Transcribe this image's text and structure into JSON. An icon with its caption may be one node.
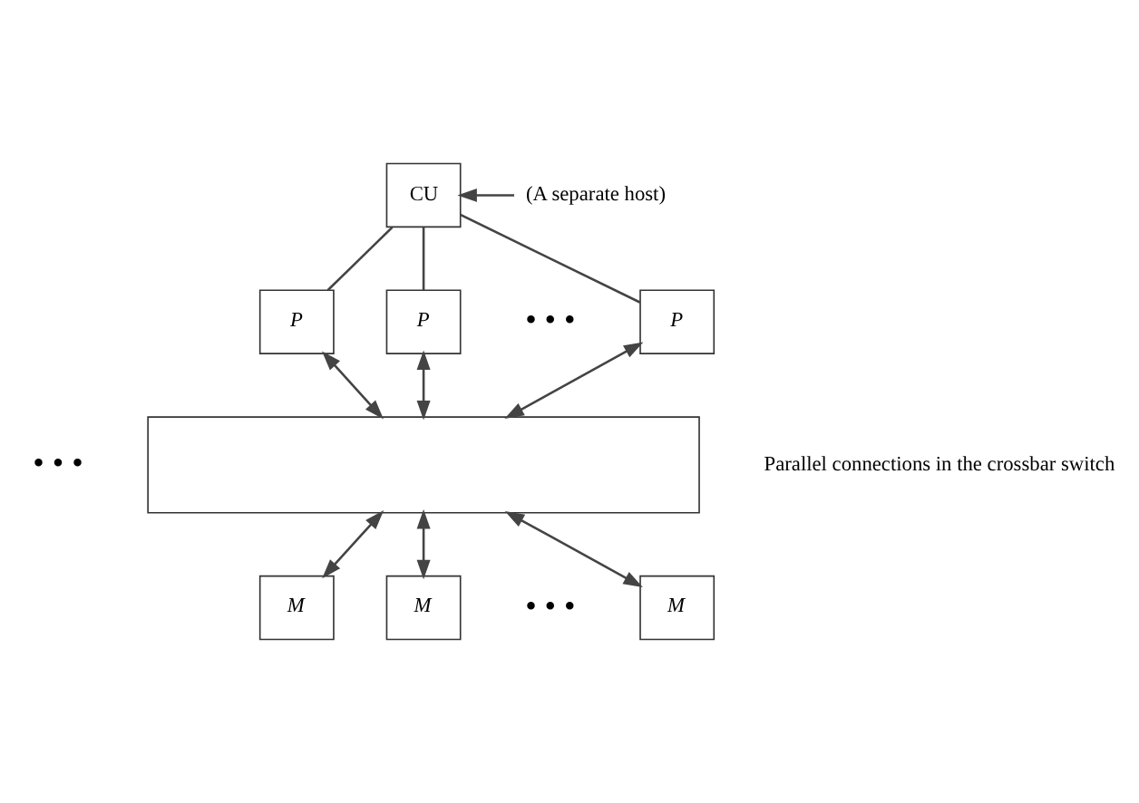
{
  "diagram": {
    "nodes": [
      {
        "text": [
          "CU"
        ]
      },
      {
        "text": [
          "(A separate host)"
        ]
      },
      {
        "text": [
          "P"
        ]
      },
      {
        "text": [
          "P"
        ]
      },
      {
        "text": [
          "P"
        ]
      },
      {
        "text": [],
        "shape": "box",
        "beside": [
          "Parallel connections in the crossbar switch"
        ]
      },
      {
        "text": [
          "M"
        ]
      },
      {
        "text": [
          "M"
        ]
      },
      {
        "text": [
          "M"
        ]
      }
    ],
    "edges": [
      {
        "from": 1,
        "to": 0,
        "arrow": "to"
      },
      {
        "from": 0,
        "to": 2,
        "arrow": "none"
      },
      {
        "from": 0,
        "to": 3,
        "arrow": "none"
      },
      {
        "from": 0,
        "to": 4,
        "arrow": "none"
      },
      {
        "from": 2,
        "to": 5,
        "arrow": "both"
      },
      {
        "from": 3,
        "to": 5,
        "arrow": "both"
      },
      {
        "from": 4,
        "to": 5,
        "arrow": "both"
      },
      {
        "from": 5,
        "to": 6,
        "arrow": "both"
      },
      {
        "from": 5,
        "to": 7,
        "arrow": "both"
      },
      {
        "from": 5,
        "to": 8,
        "arrow": "both"
      }
    ],
    "labels": [
      "• • •",
      "• • •",
      "• • •"
    ]
  }
}
